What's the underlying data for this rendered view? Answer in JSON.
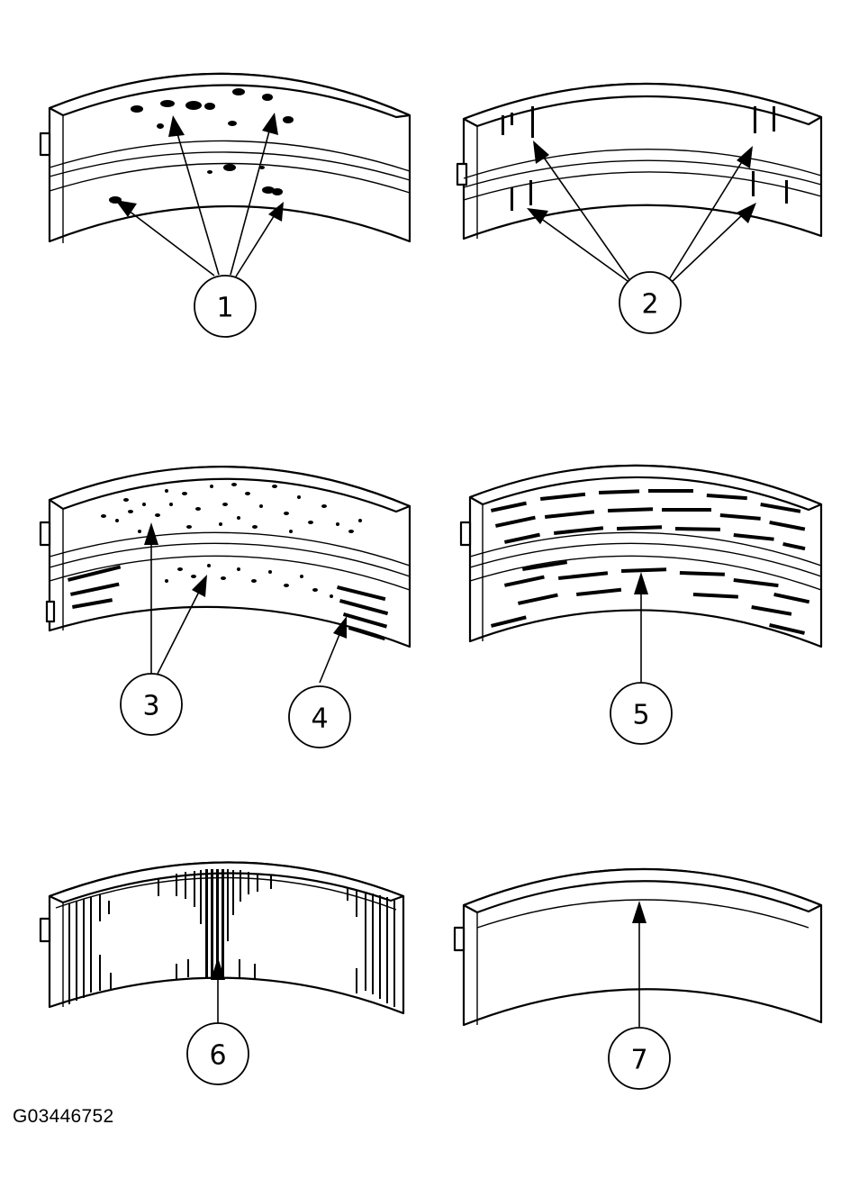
{
  "figure_id": "G03446752",
  "callouts": [
    {
      "id": "1",
      "label": "1"
    },
    {
      "id": "2",
      "label": "2"
    },
    {
      "id": "3",
      "label": "3"
    },
    {
      "id": "4",
      "label": "4"
    },
    {
      "id": "5",
      "label": "5"
    },
    {
      "id": "6",
      "label": "6"
    },
    {
      "id": "7",
      "label": "7"
    }
  ]
}
